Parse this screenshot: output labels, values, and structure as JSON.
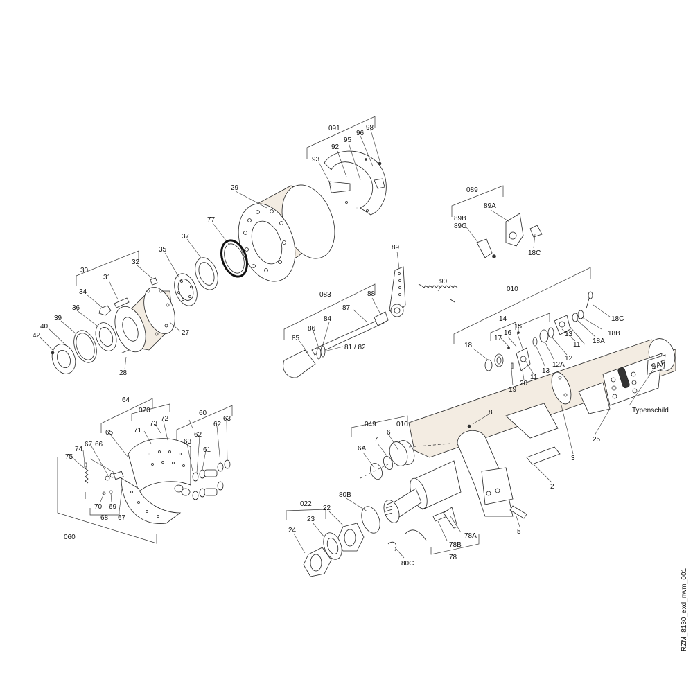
{
  "drawing": {
    "doc_id": "RZM_8130_exd_nwm_001",
    "plate_label": "SAF",
    "nameplate_label": "Typenschild"
  },
  "callouts": [
    "091",
    "98",
    "96",
    "95",
    "92",
    "93",
    "29",
    "089",
    "89A",
    "89B",
    "89C",
    "18C",
    "89",
    "77",
    "37",
    "35",
    "30",
    "32",
    "31",
    "34",
    "36",
    "39",
    "40",
    "42",
    "27",
    "28",
    "90",
    "083",
    "88",
    "87",
    "84",
    "86",
    "85",
    "81 / 82",
    "010",
    "14",
    "15",
    "16",
    "17",
    "18C",
    "18",
    "13",
    "11",
    "18A",
    "18B",
    "12",
    "12A",
    "13",
    "11",
    "20",
    "19",
    "8",
    "Typenschild",
    "25",
    "3",
    "64",
    "070",
    "73",
    "72",
    "60",
    "71",
    "62",
    "61",
    "62",
    "63",
    "65",
    "66",
    "67",
    "74",
    "75",
    "70",
    "69",
    "68",
    "67",
    "63",
    "060",
    "049",
    "7",
    "6",
    "010",
    "6A",
    "2",
    "022",
    "22",
    "23",
    "24",
    "80B",
    "80C",
    "78A",
    "78B",
    "78",
    "5"
  ]
}
